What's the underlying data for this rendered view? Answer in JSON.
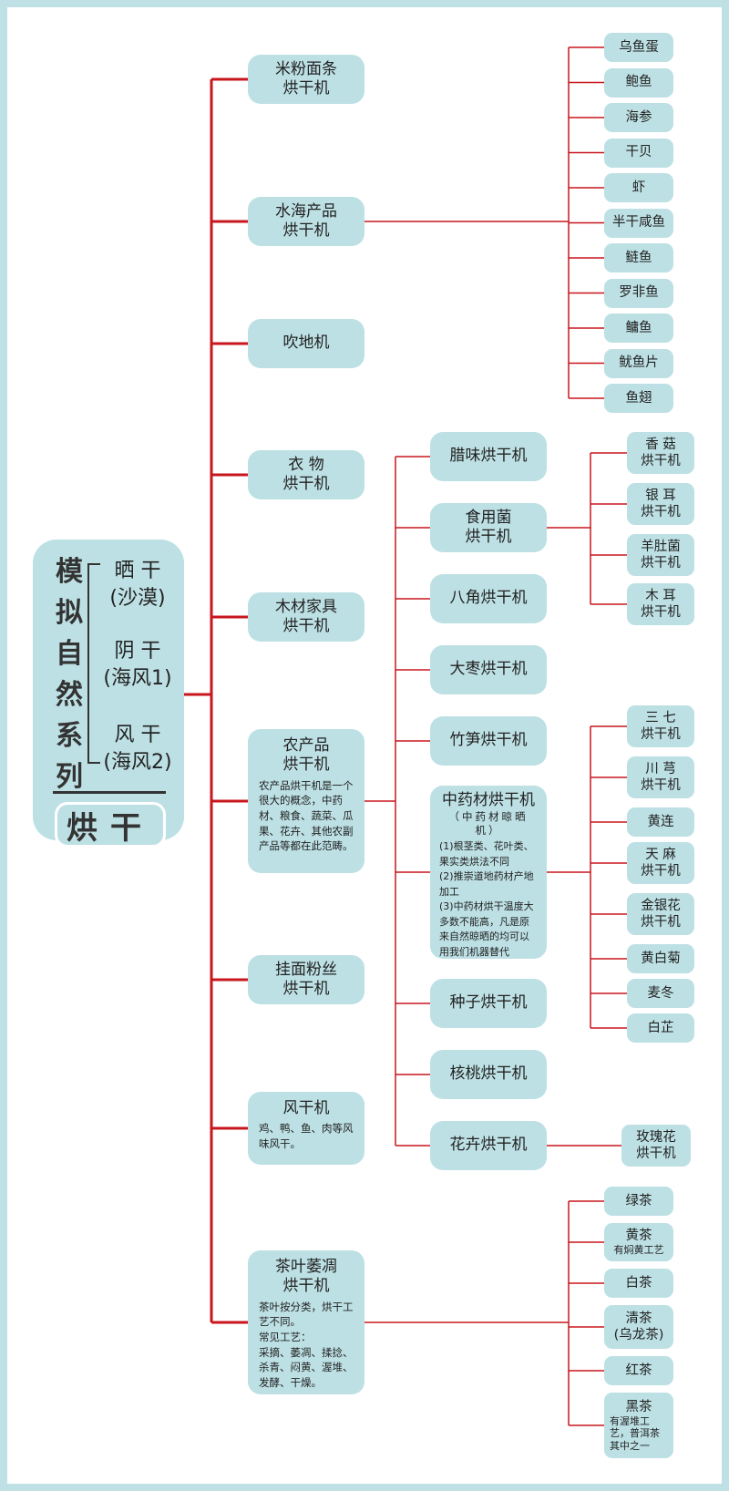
{
  "root": {
    "vertical_title": "模拟自然系列",
    "methods": [
      "晒  干\n(沙漠)",
      "阴  干\n(海风1)",
      "风  干\n(海风2)"
    ],
    "title": "烘干"
  },
  "level1": [
    {
      "label": "米粉面条\n烘干机"
    },
    {
      "label": "水海产品\n烘干机"
    },
    {
      "label": "吹地机"
    },
    {
      "label": "衣    物\n烘干机"
    },
    {
      "label": "木材家具\n烘干机"
    },
    {
      "label": "农产品\n烘干机",
      "desc": "农产品烘干机是一个很大的概念，中药材、粮食、蔬菜、瓜果、花卉、其他农副产品等都在此范畴。"
    },
    {
      "label": "挂面粉丝\n烘干机"
    },
    {
      "label": "风干机",
      "desc": "鸡、鸭、鱼、肉等风味风干。"
    },
    {
      "label": "茶叶萎凋\n烘干机",
      "desc": "茶叶按分类，烘干工艺不同。\n常见工艺：\n采摘、萎凋、揉捻、杀青、闷黄、渥堆、发酵、干燥。"
    }
  ],
  "seafood": [
    "乌鱼蛋",
    "鲍鱼",
    "海参",
    "干贝",
    "虾",
    "半干咸鱼",
    "鲢鱼",
    "罗非鱼",
    "鳙鱼",
    "鱿鱼片",
    "鱼翅"
  ],
  "agri": [
    {
      "label": "腊味烘干机"
    },
    {
      "label": "食用菌\n烘干机"
    },
    {
      "label": "八角烘干机"
    },
    {
      "label": "大枣烘干机"
    },
    {
      "label": "竹笋烘干机"
    },
    {
      "label": "中药材烘干机",
      "sub": "（中药材晾晒机）",
      "desc": "(1)根茎类、花叶类、果实类烘法不同\n(2)推崇道地药材产地加工\n(3)中药材烘干温度大多数不能高，凡是原来自然晾晒的均可以用我们机器替代"
    },
    {
      "label": "种子烘干机"
    },
    {
      "label": "核桃烘干机"
    },
    {
      "label": "花卉烘干机"
    }
  ],
  "mushrooms": [
    "香  菇\n烘干机",
    "银  耳\n烘干机",
    "羊肚菌\n烘干机",
    "木  耳\n烘干机"
  ],
  "herbs": [
    "三  七\n烘干机",
    "川  芎\n烘干机",
    "黄连",
    "天  麻\n烘干机",
    "金银花\n烘干机",
    "黄白菊",
    "麦冬",
    "白芷"
  ],
  "flowers": [
    "玫瑰花\n烘干机"
  ],
  "teas": [
    {
      "label": "绿茶"
    },
    {
      "label": "黄茶",
      "note": "有焖黄工艺"
    },
    {
      "label": "白茶"
    },
    {
      "label": "清茶\n(乌龙茶)"
    },
    {
      "label": "红茶"
    },
    {
      "label": "黑茶",
      "note": "有渥堆工艺，普洱茶其中之一"
    }
  ],
  "colors": {
    "line": "#c8161d",
    "box": "#bde0e4",
    "border": "#bfe0e4",
    "text": "#222222"
  }
}
